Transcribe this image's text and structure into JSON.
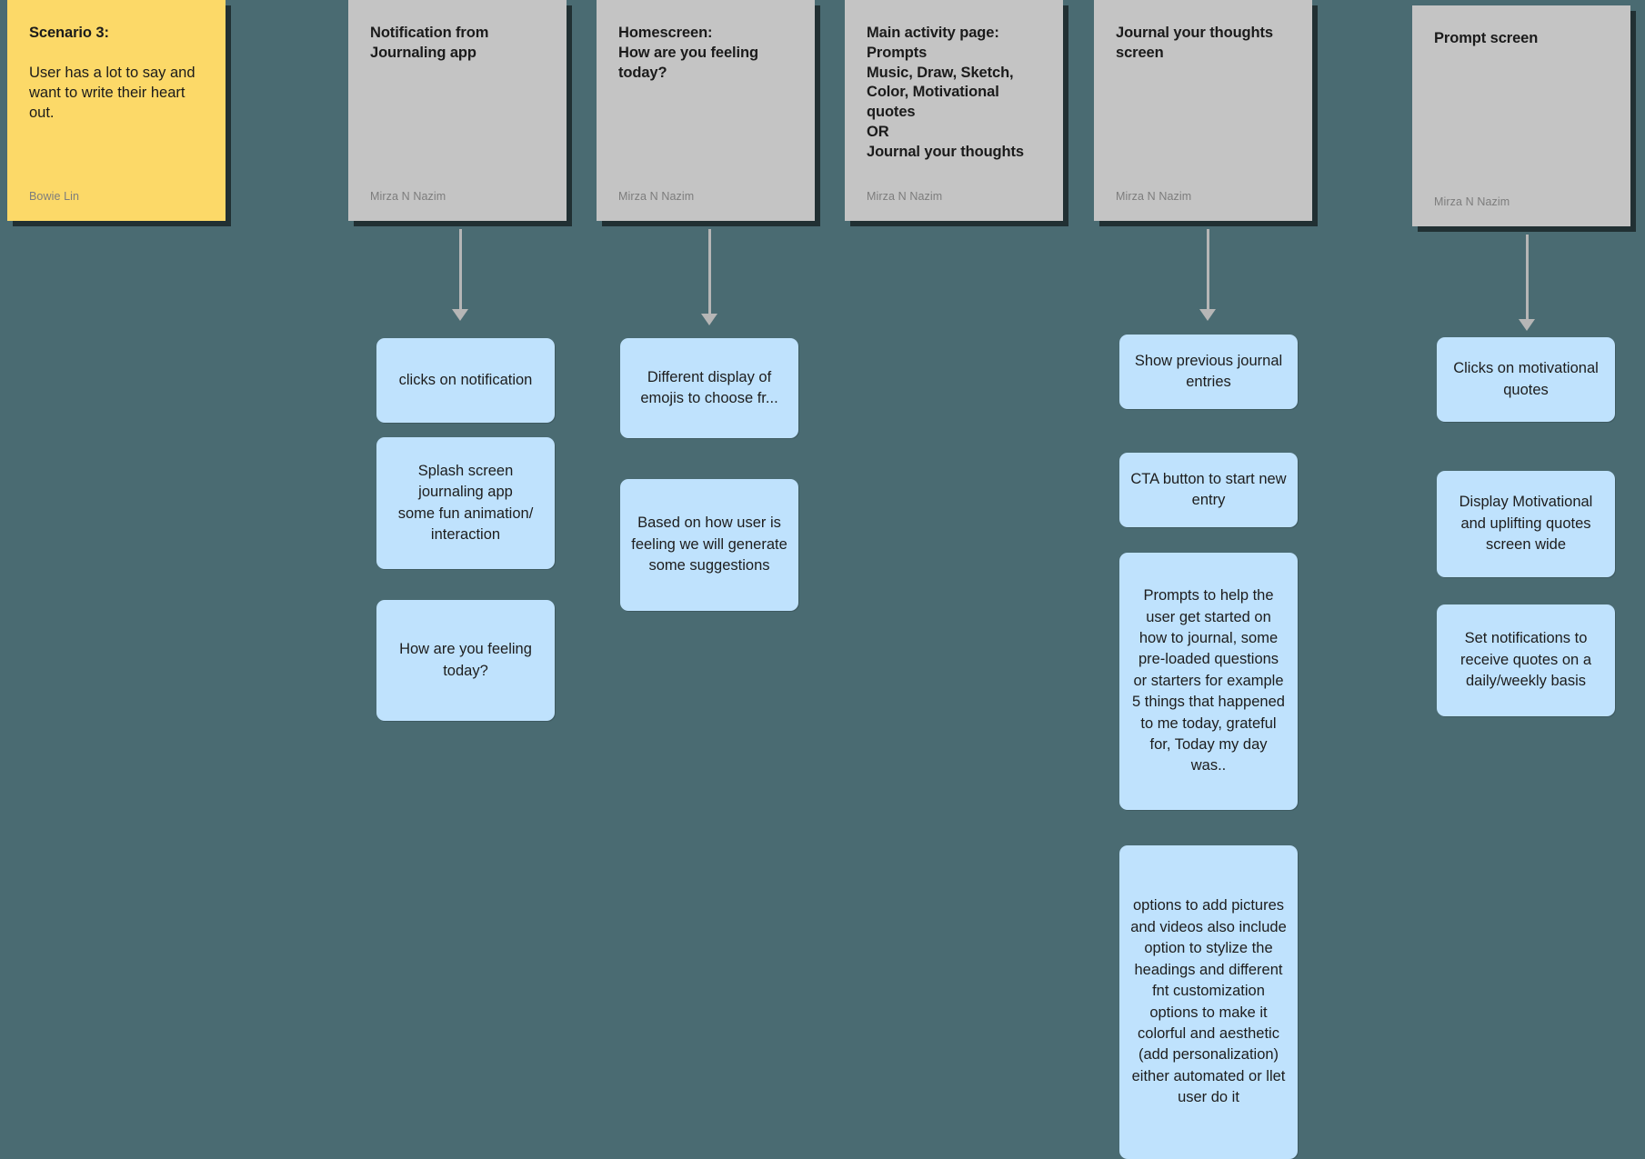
{
  "canvas": {
    "background": "#4a6b72",
    "note_gray": "#c4c4c4",
    "note_yellow": "#fcd968",
    "card_blue": "#bfe2fd",
    "connector": "#b6b6b6"
  },
  "notes": [
    {
      "id": "scenario-3",
      "color": "yellow",
      "title": "Scenario 3:",
      "body": "User has a lot to say and want to write their heart out.",
      "author": "Bowie Lin"
    },
    {
      "id": "notification-from-journaling-app",
      "color": "gray",
      "title": "Notification from Journaling app",
      "body": "",
      "author": "Mirza N Nazim"
    },
    {
      "id": "homescreen",
      "color": "gray",
      "title": "Homescreen:\nHow are you feeling today?",
      "body": "",
      "author": "Mirza N Nazim"
    },
    {
      "id": "main-activity-page",
      "color": "gray",
      "title": "Main activity page:\nPrompts\nMusic, Draw, Sketch, Color, Motivational quotes\nOR\nJournal your thoughts",
      "body": "",
      "author": "Mirza N Nazim"
    },
    {
      "id": "journal-your-thoughts-screen",
      "color": "gray",
      "title": "Journal your thoughts screen",
      "body": "",
      "author": "Mirza N Nazim"
    },
    {
      "id": "prompt-screen",
      "color": "gray",
      "title": "Prompt screen",
      "body": "",
      "author": "Mirza N Nazim"
    }
  ],
  "cards": {
    "col1": [
      {
        "id": "clicks-on-notification",
        "text": "clicks on notification"
      },
      {
        "id": "splash-screen",
        "text": "Splash screen\njournaling app\nsome fun animation/\ninteraction"
      },
      {
        "id": "how-are-you-feeling-today",
        "text": "How are you feeling today?"
      }
    ],
    "col2": [
      {
        "id": "different-display-of-emojis",
        "text": "Different display of emojis to choose fr..."
      },
      {
        "id": "based-on-how-user-is-feeling",
        "text": "Based on how user is feeling we will generate some suggestions"
      }
    ],
    "col4": [
      {
        "id": "show-previous-journal-entries",
        "text": "Show previous journal entries"
      },
      {
        "id": "cta-button-new-entry",
        "text": "CTA button to start new entry"
      },
      {
        "id": "prompts-to-help-user",
        "text": "Prompts to help the user get started on how to journal, some pre-loaded questions or starters for example 5 things that happened to me today, grateful for, Today my day was.."
      },
      {
        "id": "options-to-add-pictures",
        "text": "options to add pictures and videos also include option to stylize the headings and different fnt customization options to make it colorful and aesthetic (add personalization) either automated or llet user do it"
      }
    ],
    "col5": [
      {
        "id": "clicks-on-motivational-quotes",
        "text": "Clicks on motivational quotes"
      },
      {
        "id": "display-motivational-quotes",
        "text": "Display Motivational and uplifting quotes screen wide"
      },
      {
        "id": "set-notifications-for-quotes",
        "text": "Set notifications to receive quotes on a daily/weekly basis"
      }
    ]
  }
}
